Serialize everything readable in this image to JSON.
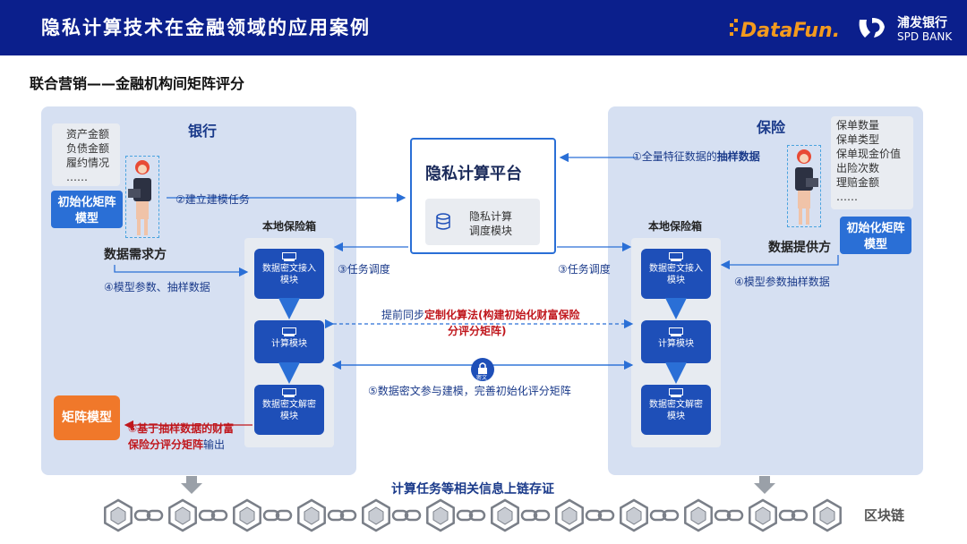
{
  "header": {
    "title": "隐私计算技术在金融领域的应用案例",
    "datafun_logo": "DataFun.",
    "spd_bank_cn": "浦发银行",
    "spd_bank_en": "SPD BANK"
  },
  "subtitle": "联合营销——金融机构间矩阵评分",
  "bank": {
    "title": "银行",
    "data_items": [
      "资产金额",
      "负债金额",
      "履约情况",
      "……"
    ],
    "init_model": [
      "初始化矩阵",
      "模型"
    ],
    "role": "数据需求方",
    "local_box": "本地保险箱",
    "modules": [
      [
        "数据密文接入",
        "模块"
      ],
      [
        "计算模块"
      ],
      [
        "数据密文解密",
        "模块"
      ]
    ],
    "matrix_model": "矩阵模型"
  },
  "insurance": {
    "title": "保险",
    "data_items": [
      "保单数量",
      "保单类型",
      "保单现金价值",
      "出险次数",
      "理赔金额",
      "……"
    ],
    "init_model": [
      "初始化矩阵",
      "模型"
    ],
    "role": "数据提供方",
    "local_box": "本地保险箱",
    "modules": [
      [
        "数据密文接入",
        "模块"
      ],
      [
        "计算模块"
      ],
      [
        "数据密文解密",
        "模块"
      ]
    ]
  },
  "platform": {
    "title": "隐私计算平台",
    "inner": [
      "隐私计算",
      "调度模块"
    ]
  },
  "steps": {
    "s1_prefix": "①全量特征数据的",
    "s1_bold": "抽样数据",
    "s2": "②建立建模任务",
    "s3_left": "③任务调度",
    "s3_right": "③任务调度",
    "s4_left": "④模型参数、抽样数据",
    "s4_right": "④模型参数抽样数据",
    "sync_prefix": "提前同步",
    "sync_bold": "定制化算法",
    "sync_red_1": "(构建初始化财富保险",
    "sync_red_2": "分评分矩阵)",
    "lock_label": "密文",
    "s5": "⑤数据密文参与建模，完善初始化评分矩阵",
    "s6_red_1": "⑥基于抽样数据的财富",
    "s6_red_2": "保险分评分矩阵",
    "s6_tail": "输出"
  },
  "chain": {
    "caption": "计算任务等相关信息上链存证",
    "label": "区块链",
    "block_count": 12
  },
  "colors": {
    "header_bg": "#0b1f8c",
    "panel_bg": "#d6e0f2",
    "module_blue": "#1e4fb8",
    "accent_blue": "#2a6fd6",
    "orange": "#f0782a",
    "red": "#c0171d"
  }
}
